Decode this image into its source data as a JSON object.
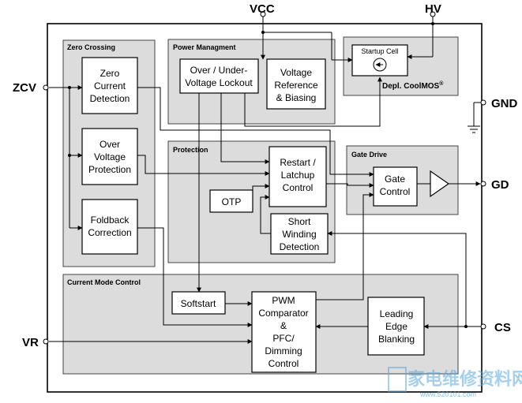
{
  "pins": {
    "vcc": "VCC",
    "hv": "HV",
    "gnd": "GND",
    "zcv": "ZCV",
    "gd": "GD",
    "cs": "CS",
    "vr": "VR"
  },
  "sections": {
    "zero_crossing": "Zero Crossing",
    "power_management": "Power Managment",
    "protection": "Protection",
    "gate_drive": "Gate Drive",
    "current_mode_control": "Current Mode Control",
    "coolmos": "Depl. CoolMOS",
    "coolmos_mark": "®"
  },
  "blocks": {
    "zero_current_detection": [
      "Zero",
      "Current",
      "Detection"
    ],
    "over_voltage_protection": [
      "Over",
      "Voltage",
      "Protection"
    ],
    "foldback_correction": [
      "Foldback",
      "Correction"
    ],
    "uvlo": [
      "Over / Under-",
      "Voltage Lockout"
    ],
    "voltage_reference": [
      "Voltage",
      "Reference",
      "& Biasing"
    ],
    "startup_cell": "Startup Cell",
    "restart_latchup": [
      "Restart /",
      "Latchup",
      "Control"
    ],
    "otp": "OTP",
    "short_winding": [
      "Short",
      "Winding",
      "Detection"
    ],
    "gate_control": [
      "Gate",
      "Control"
    ],
    "softstart": "Softstart",
    "pwm_comparator": [
      "PWM",
      "Comparator",
      "&",
      "PFC/",
      "Dimming",
      "Control"
    ],
    "leading_edge_blanking": [
      "Leading",
      "Edge",
      "Blanking"
    ]
  },
  "watermark": {
    "main": "家电维修资料网",
    "sub": "www.520101.com"
  }
}
